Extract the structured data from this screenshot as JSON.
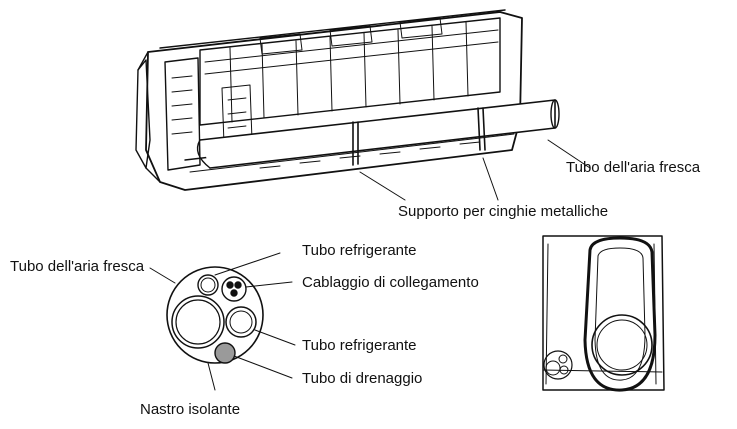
{
  "labels": {
    "fresh_air_pipe_unit": "Tubo dell'aria fresca",
    "metal_strap_support": "Supporto per cinghie metalliche",
    "fresh_air_pipe_bundle": "Tubo dell'aria fresca",
    "refrigerant_pipe_top": "Tubo refrigerante",
    "connection_wiring": "Cablaggio di collegamento",
    "refrigerant_pipe_bottom": "Tubo refrigerante",
    "drain_pipe": "Tubo di drenaggio",
    "insulating_tape": "Nastro isolante"
  }
}
